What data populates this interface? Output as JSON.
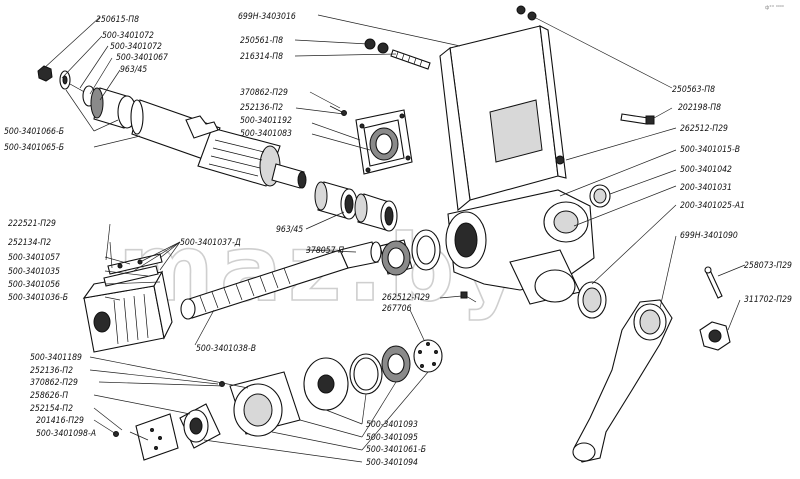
{
  "watermark": "maz.by",
  "corner_mark": "ф°° ⁰⁰⁰⁰",
  "labels": [
    "250615-П8",
    "500-3401072",
    "500-3401072",
    "500-3401067",
    "963/45",
    "500-3401066-Б",
    "500-3401065-Б",
    "699Н-3403016",
    "250561-П8",
    "216314-П8",
    "370862-П29",
    "252136-П2",
    "500-3401192",
    "500-3401083",
    "250563-П8",
    "202198-П8",
    "262512-П29",
    "500-3401015-В",
    "500-3401042",
    "200-3401031",
    "200-3401025-А1",
    "699Н-3401090",
    "222521-П29",
    "252134-П2",
    "500-3401037-Д",
    "500-3401057",
    "500-3401035",
    "500-3401056",
    "500-3401036-Б",
    "963/45",
    "378057-П",
    "258073-П29",
    "262512-П29",
    "267706",
    "311702-П29",
    "500-3401038-В",
    "500-3401189",
    "252136-П2",
    "370862-П29",
    "258626-П",
    "252154-П2",
    "201416-П29",
    "500-3401098-А",
    "500-3401093",
    "500-3401095",
    "500-3401061-Б",
    "500-3401094"
  ]
}
